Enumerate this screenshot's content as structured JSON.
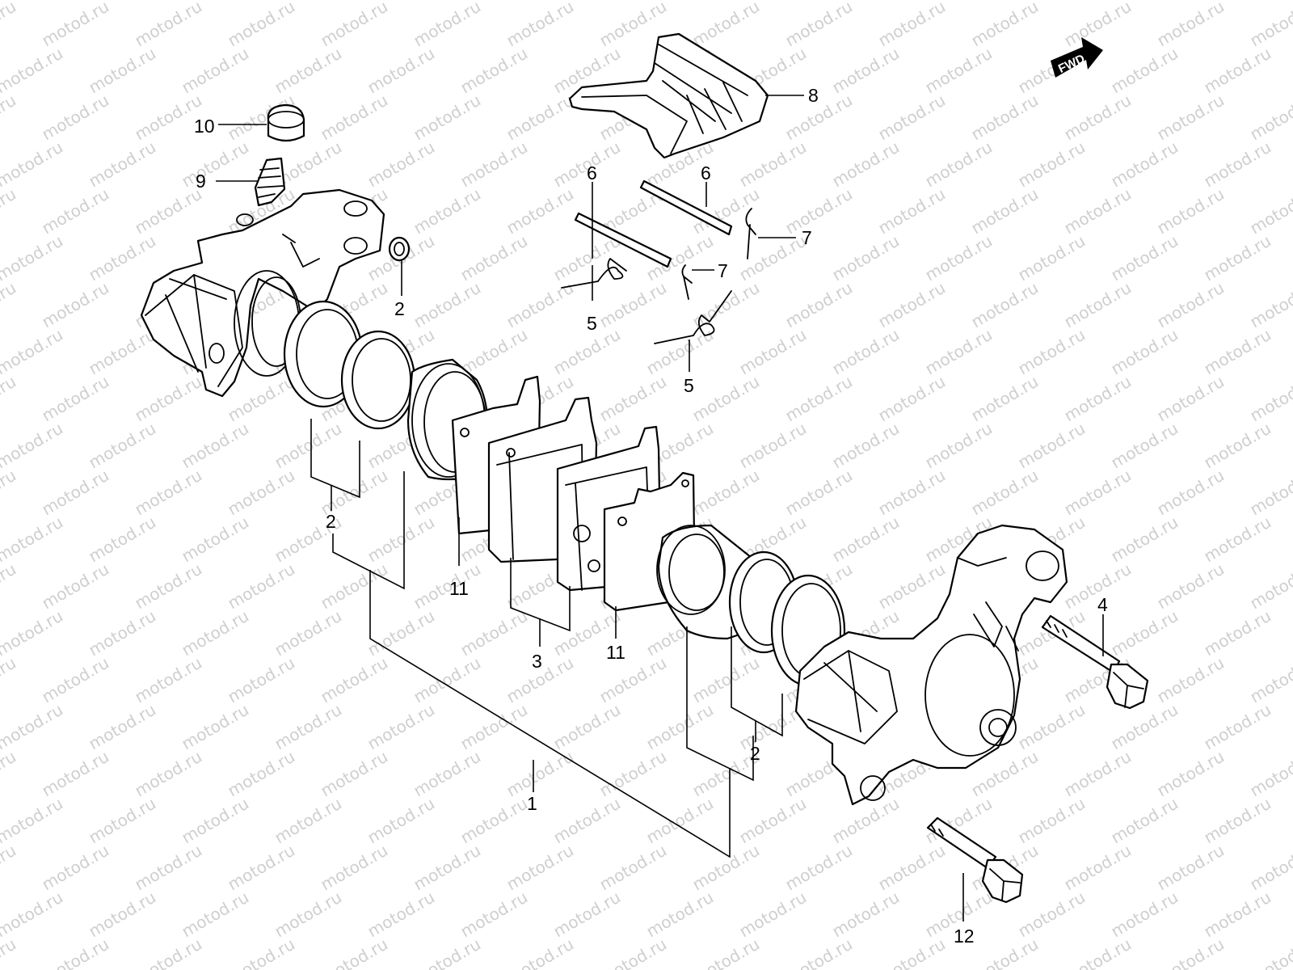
{
  "watermark": "motod.ru",
  "direction_badge": "FWD",
  "callouts": {
    "c1": "1",
    "c2a": "2",
    "c2b": "2",
    "c2c": "2",
    "c3": "3",
    "c4": "4",
    "c5a": "5",
    "c5b": "5",
    "c6a": "6",
    "c6b": "6",
    "c7a": "7",
    "c7b": "7",
    "c8": "8",
    "c9": "9",
    "c10": "10",
    "c11a": "11",
    "c11b": "11",
    "c12": "12"
  }
}
